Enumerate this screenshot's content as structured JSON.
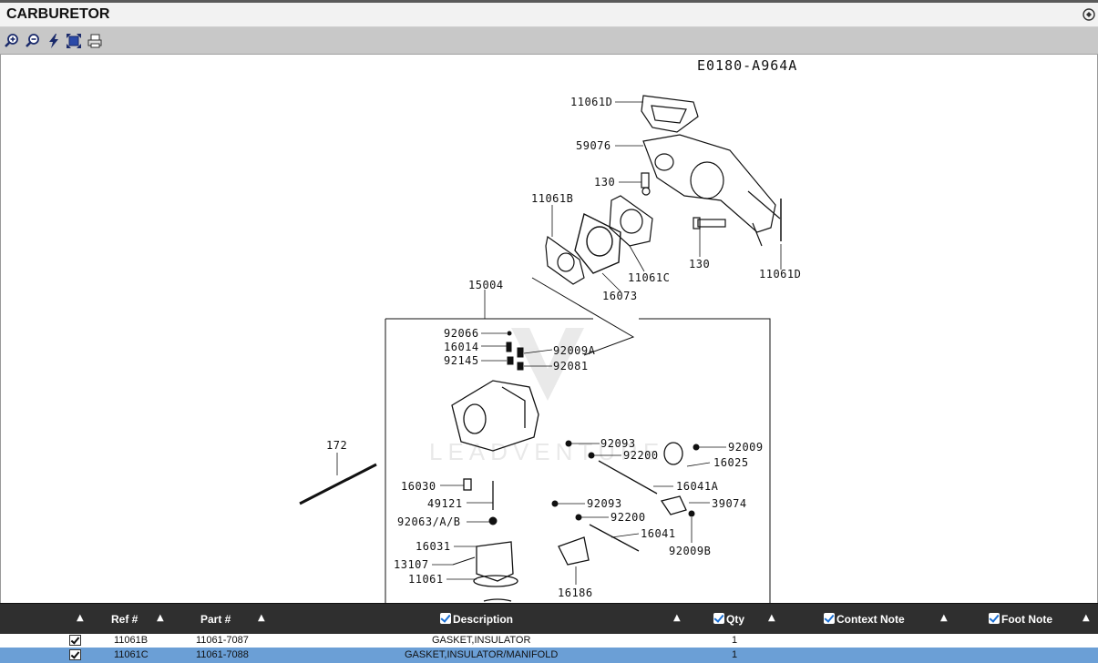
{
  "window": {
    "title": "CARBURETOR"
  },
  "toolbar": {
    "buttons": [
      {
        "icon": "zoom-in-icon"
      },
      {
        "icon": "zoom-out-icon"
      },
      {
        "icon": "lightning-icon"
      },
      {
        "icon": "fit-icon"
      },
      {
        "icon": "print-icon"
      }
    ]
  },
  "diagram": {
    "id": "E0180-A964A",
    "callouts": {
      "c11061D_top": "11061D",
      "c59076": "59076",
      "c130_left": "130",
      "c11061B": "11061B",
      "c130_bottom": "130",
      "c11061D_right": "11061D",
      "c11061C": "11061C",
      "c16073": "16073",
      "c15004": "15004",
      "c92066": "92066",
      "c16014": "16014",
      "c92009A": "92009A",
      "c92145": "92145",
      "c92081": "92081",
      "c172": "172",
      "c92093_a": "92093",
      "c92009": "92009",
      "c92200_a": "92200",
      "c16025": "16025",
      "c16041A": "16041A",
      "c16030": "16030",
      "c39074": "39074",
      "c49121": "49121",
      "c92093_b": "92093",
      "c92200_b": "92200",
      "c92063": "92063/A/B",
      "c16041": "16041",
      "c92009B": "92009B",
      "c16031": "16031",
      "c13107": "13107",
      "c11061": "11061",
      "c16186": "16186"
    }
  },
  "grid": {
    "columns": {
      "ref": "Ref #",
      "part": "Part #",
      "description": "Description",
      "qty": "Qty",
      "context_note": "Context Note",
      "foot_note": "Foot Note"
    },
    "rows": [
      {
        "ref": "11061B",
        "part": "11061-7087",
        "description": "GASKET,INSULATOR",
        "qty": "1",
        "context_note": "",
        "foot_note": "",
        "selected": false
      },
      {
        "ref": "11061C",
        "part": "11061-7088",
        "description": "GASKET,INSULATOR/MANIFOLD",
        "qty": "1",
        "context_note": "",
        "foot_note": "",
        "selected": true
      }
    ]
  }
}
